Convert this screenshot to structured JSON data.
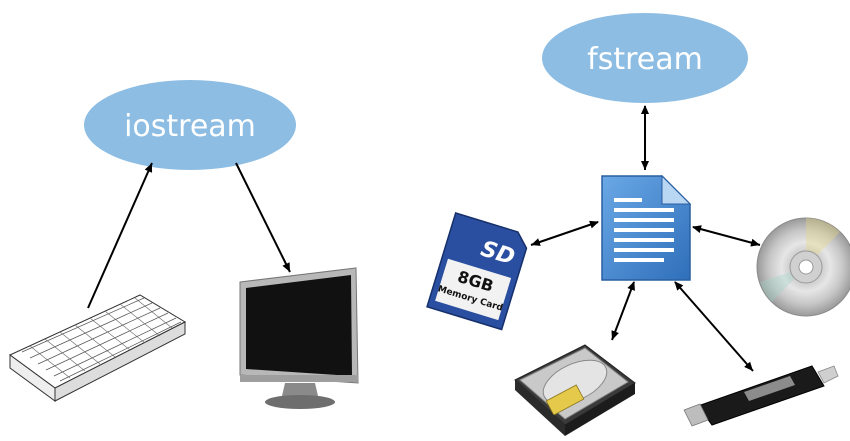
{
  "nodes": {
    "iostream": "iostream",
    "fstream": "fstream"
  },
  "sd_card": {
    "logo": "SD",
    "capacity": "8GB",
    "label": "Memory Card"
  },
  "colors": {
    "ellipse": "#8dbde3",
    "ellipse_text": "#ffffff",
    "arrow": "#000000",
    "document": "#4f8fd0",
    "document_lines": "#ffffff",
    "sd_card": "#2a4fa0"
  },
  "icons": [
    "keyboard-icon",
    "monitor-icon",
    "document-icon",
    "sd-card-icon",
    "cd-icon",
    "hard-drive-icon",
    "usb-drive-icon"
  ]
}
